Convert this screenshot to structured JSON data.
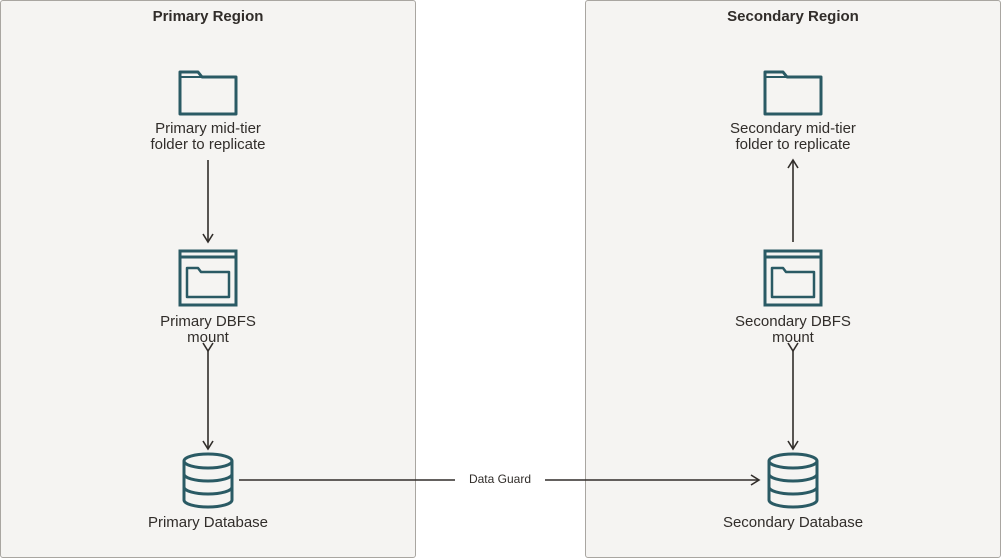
{
  "regions": {
    "primary": {
      "title": "Primary Region",
      "folder": {
        "line1": "Primary mid-tier",
        "line2": "folder to replicate",
        "icon": "folder-icon"
      },
      "dbfs": {
        "line1": "Primary DBFS",
        "line2": "mount",
        "icon": "dbfs-mount-icon"
      },
      "database": {
        "label": "Primary Database",
        "icon": "database-icon"
      }
    },
    "secondary": {
      "title": "Secondary Region",
      "folder": {
        "line1": "Secondary mid-tier",
        "line2": "folder to replicate",
        "icon": "folder-icon"
      },
      "dbfs": {
        "line1": "Secondary DBFS",
        "line2": "mount",
        "icon": "dbfs-mount-icon"
      },
      "database": {
        "label": "Secondary Database",
        "icon": "database-icon"
      }
    }
  },
  "connection": {
    "label": "Data Guard"
  },
  "colors": {
    "icon_stroke": "#2a5a64",
    "region_fill": "#f5f4f2",
    "region_border": "#a9a6a1",
    "arrow": "#312d2a",
    "text": "#312d2a"
  }
}
